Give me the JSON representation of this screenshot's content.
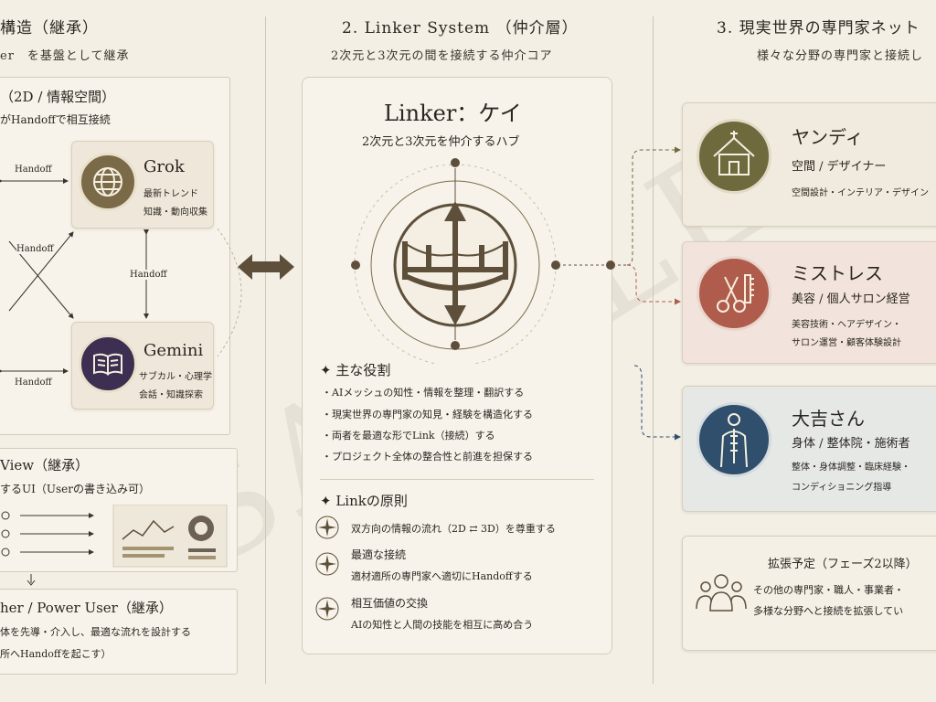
{
  "col1": {
    "title": "構造（継承）",
    "subtitle": "er　を基盤として継承",
    "panel_title": "（2D / 情報空間）",
    "panel_sub": "がHandoffで相互接続",
    "handoff_label": "Handoff",
    "grok": {
      "name": "Grok",
      "line1": "最新トレンド",
      "line2": "知識・動向収集"
    },
    "gemini": {
      "name": "Gemini",
      "line1": "サブカル・心理学",
      "line2": "会話・知識探索"
    },
    "view": {
      "title": "View（継承）",
      "sub": "するUI（Userの書き込み可）"
    },
    "power": {
      "title": "her / Power User（継承）",
      "line1": "体を先導・介入し、最適な流れを設計する",
      "line2": "所へHandoffを起こす）"
    }
  },
  "col2": {
    "title": "2. Linker System （仲介層）",
    "subtitle": "2次元と3次元の間を接続する仲介コア",
    "card_title": "Linker：ケイ",
    "card_sub": "2次元と3次元を仲介するハブ",
    "roles_title": "主な役割",
    "roles": [
      "・AIメッシュの知性・情報を整理・翻訳する",
      "・現実世界の専門家の知見・経験を構造化する",
      "・両者を最適な形でLink（接続）する",
      "・プロジェクト全体の整合性と前進を担保する"
    ],
    "principles_title": "Linkの原則",
    "principles": [
      {
        "title": "双方向の情報の流れ（2D ⇄ 3D）を尊重する",
        "desc": ""
      },
      {
        "title": "最適な接続",
        "desc": "適材適所の専門家へ適切にHandoffする"
      },
      {
        "title": "相互価値の交換",
        "desc": "AIの知性と人間の技能を相互に高め合う"
      }
    ]
  },
  "col3": {
    "title": "3. 現実世界の専門家ネット",
    "subtitle": "様々な分野の専門家と接続し",
    "experts": [
      {
        "name": "ヤンディ",
        "role": "空間 / デザイナー",
        "detail1": "空間設計・インテリア・デザイン",
        "detail2": "",
        "color": "#6e6a3e",
        "bg": "#f0ebde"
      },
      {
        "name": "ミストレス",
        "role": "美容 / 個人サロン経営",
        "detail1": "美容技術・ヘアデザイン・",
        "detail2": "サロン運営・顧客体験設計",
        "color": "#b05c4c",
        "bg": "#f2e4dc"
      },
      {
        "name": "大吉さん",
        "role": "身体 / 整体院・施術者",
        "detail1": "整体・身体調整・臨床経験・",
        "detail2": "コンディショニング指導",
        "color": "#2f4f6c",
        "bg": "#e6e8e6"
      }
    ],
    "future": {
      "title": "拡張予定（フェーズ2以降）",
      "line1": "その他の専門家・職人・事業者・",
      "line2": "多様な分野へと接続を拡張してい"
    }
  },
  "watermark": "SAMPLE",
  "colors": {
    "gold": "#7a6a48",
    "brown": "#5e4f3a",
    "purple": "#3c2f52",
    "olive": "#6e6a3e",
    "red": "#b05c4c",
    "blue": "#2f4f6c"
  }
}
